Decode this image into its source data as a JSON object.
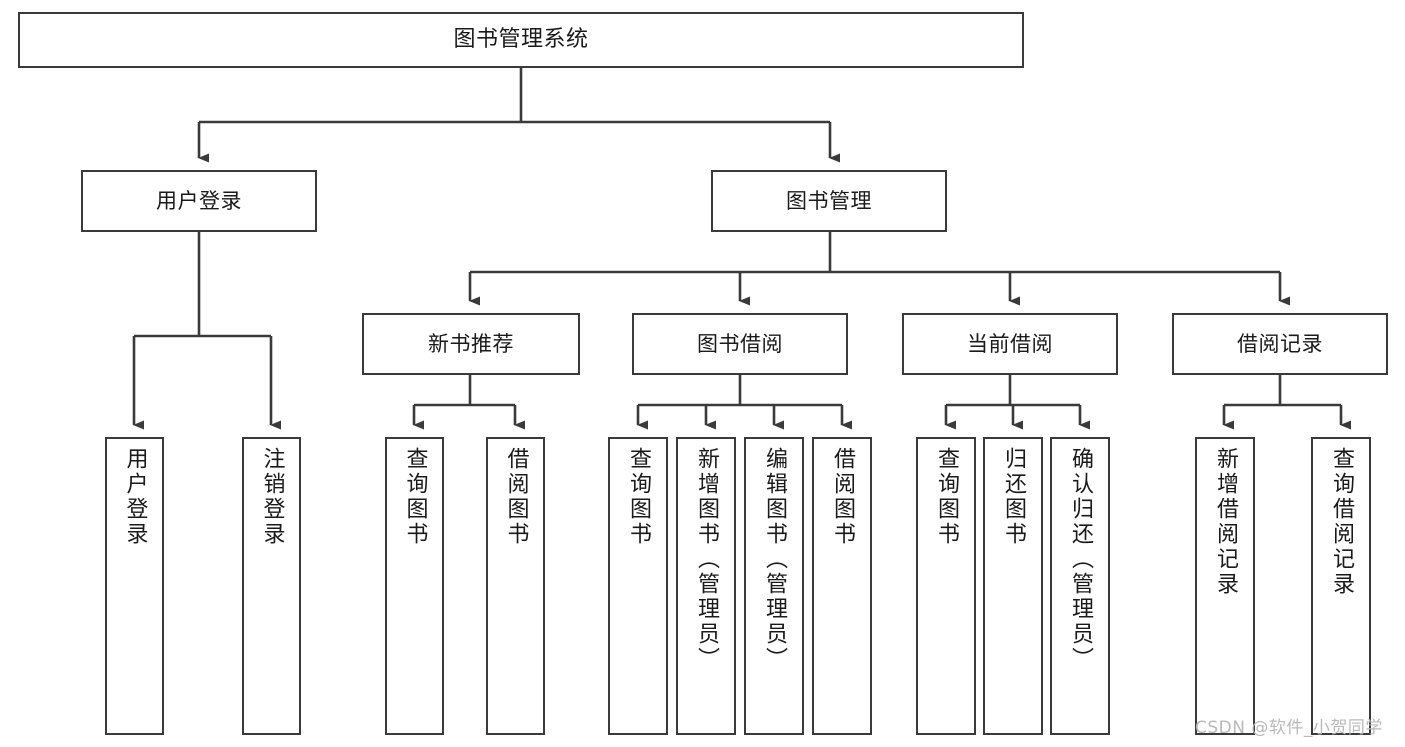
{
  "diagram": {
    "title": "图书管理系统",
    "type": "tree-hierarchy-chart",
    "stroke_color": "#3a3a3a",
    "fill_color": "#ffffff",
    "text_color": "#1a1a1a"
  },
  "nodes": {
    "root": {
      "label": "图书管理系统"
    },
    "level2": [
      {
        "label": "用户登录"
      },
      {
        "label": "图书管理"
      }
    ],
    "level3": [
      {
        "label": "新书推荐"
      },
      {
        "label": "图书借阅"
      },
      {
        "label": "当前借阅"
      },
      {
        "label": "借阅记录"
      }
    ],
    "leaves": {
      "user_login": [
        {
          "label": "用户登录"
        },
        {
          "label": "注销登录"
        }
      ],
      "new_book": [
        {
          "label": "查询图书"
        },
        {
          "label": "借阅图书"
        }
      ],
      "book_borrow": [
        {
          "label": "查询图书"
        },
        {
          "label": "新增图书（管理员）"
        },
        {
          "label": "编辑图书（管理员）"
        },
        {
          "label": "借阅图书"
        }
      ],
      "current_borrow": [
        {
          "label": "查询图书"
        },
        {
          "label": "归还图书"
        },
        {
          "label": "确认归还（管理员）"
        }
      ],
      "borrow_record": [
        {
          "label": "新增借阅记录"
        },
        {
          "label": "查询借阅记录"
        }
      ]
    }
  },
  "watermark": {
    "text": "CSDN @软件_小贺同学"
  }
}
